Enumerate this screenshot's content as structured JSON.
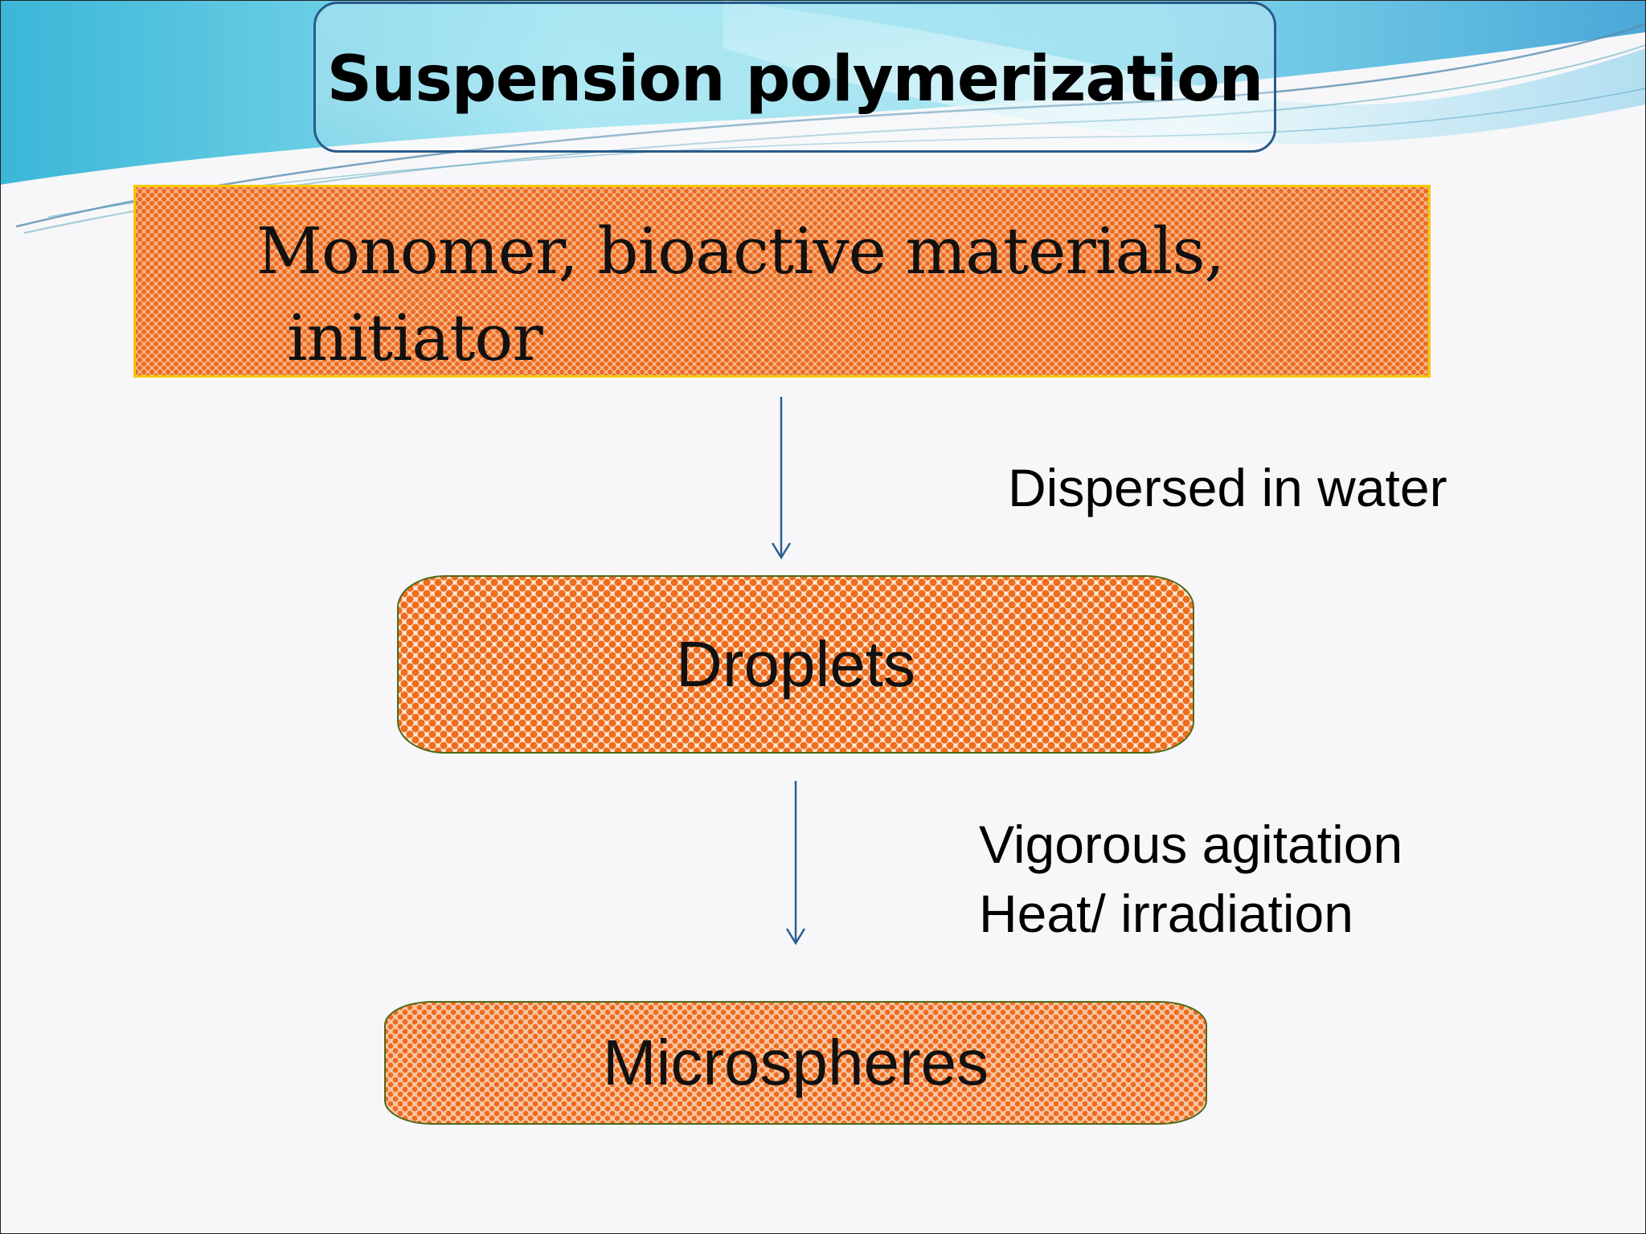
{
  "title": "Suspension polymerization",
  "steps": [
    {
      "lines": [
        "Monomer, bioactive materials,",
        "initiator"
      ]
    },
    {
      "label": "Droplets"
    },
    {
      "label": "Microspheres"
    }
  ],
  "conditions": [
    {
      "lines": [
        "Dispersed in water"
      ]
    },
    {
      "lines": [
        "Vigorous agitation",
        "Heat/ irradiation"
      ]
    }
  ],
  "colors": {
    "accent_blue": "#2a5a8a",
    "pattern_orange": "#ec6a1c",
    "top_box_border": "#f5c800",
    "oval_border": "#4e6b1a",
    "arrow": "#2c5f92"
  }
}
